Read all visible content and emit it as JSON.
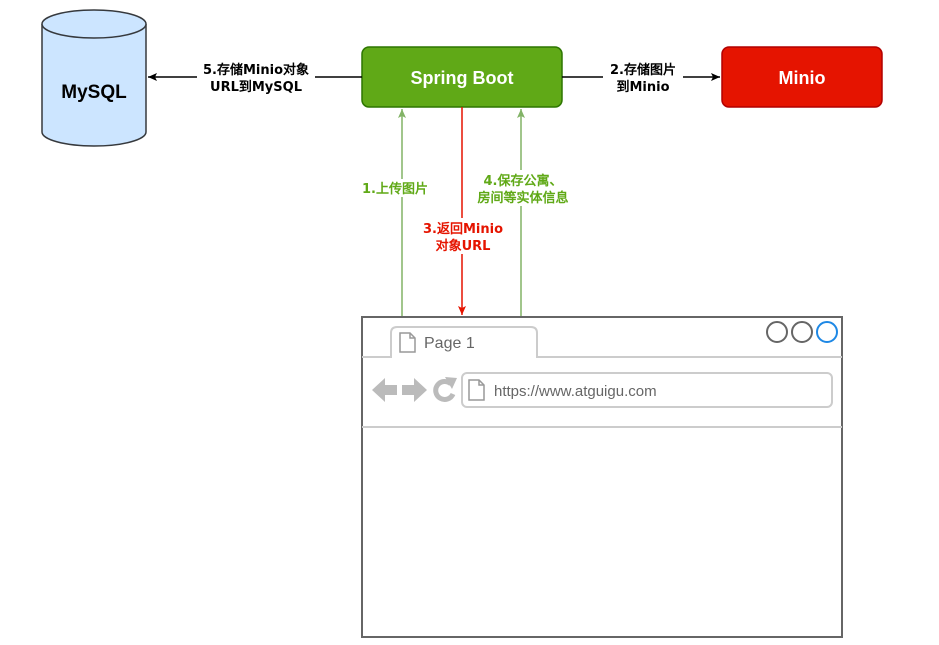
{
  "nodes": {
    "mysql": "MySQL",
    "spring_boot": "Spring Boot",
    "minio": "Minio"
  },
  "edges": {
    "step1": "1.上传图片",
    "step2": [
      "2.存储图片",
      "到Minio"
    ],
    "step3": [
      "3.返回Minio",
      "对象URL"
    ],
    "step4": [
      "4.保存公寓、",
      "房间等实体信息"
    ],
    "step5": [
      "5.存储Minio对象",
      "URL到MySQL"
    ]
  },
  "browser": {
    "tab_label": "Page 1",
    "address": "https://www.atguigu.com"
  },
  "colors": {
    "spring_fill": "#60a917",
    "minio_fill": "#e51400",
    "mysql_fill": "#cce5ff",
    "green_label": "#60a917",
    "red_label": "#e51400"
  }
}
